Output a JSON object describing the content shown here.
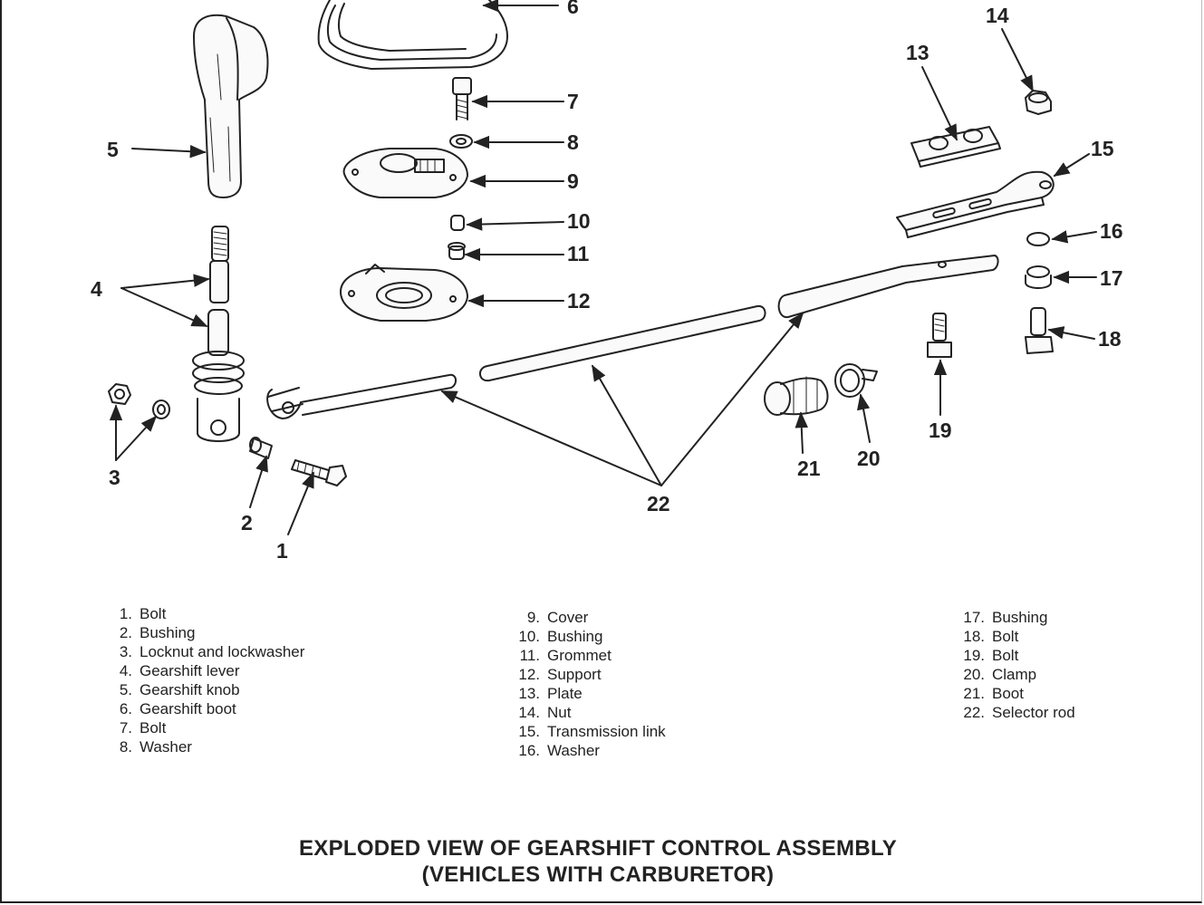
{
  "callouts": {
    "c1": "1",
    "c2": "2",
    "c3": "3",
    "c4": "4",
    "c5": "5",
    "c6": "6",
    "c7": "7",
    "c8": "8",
    "c9": "9",
    "c10": "10",
    "c11": "11",
    "c12": "12",
    "c13": "13",
    "c14": "14",
    "c15": "15",
    "c16": "16",
    "c17": "17",
    "c18": "18",
    "c19": "19",
    "c20": "20",
    "c21": "21",
    "c22": "22"
  },
  "legend": {
    "col1": [
      {
        "num": "1.",
        "label": "Bolt"
      },
      {
        "num": "2.",
        "label": "Bushing"
      },
      {
        "num": "3.",
        "label": "Locknut and lockwasher"
      },
      {
        "num": "4.",
        "label": "Gearshift lever"
      },
      {
        "num": "5.",
        "label": "Gearshift knob"
      },
      {
        "num": "6.",
        "label": "Gearshift boot"
      },
      {
        "num": "7.",
        "label": "Bolt"
      },
      {
        "num": "8.",
        "label": "Washer"
      }
    ],
    "col2": [
      {
        "num": "9.",
        "label": "Cover"
      },
      {
        "num": "10.",
        "label": "Bushing"
      },
      {
        "num": "11.",
        "label": "Grommet"
      },
      {
        "num": "12.",
        "label": "Support"
      },
      {
        "num": "13.",
        "label": "Plate"
      },
      {
        "num": "14.",
        "label": "Nut"
      },
      {
        "num": "15.",
        "label": "Transmission link"
      },
      {
        "num": "16.",
        "label": "Washer"
      }
    ],
    "col3": [
      {
        "num": "17.",
        "label": "Bushing"
      },
      {
        "num": "18.",
        "label": "Bolt"
      },
      {
        "num": "19.",
        "label": "Bolt"
      },
      {
        "num": "20.",
        "label": "Clamp"
      },
      {
        "num": "21.",
        "label": "Boot"
      },
      {
        "num": "22.",
        "label": "Selector rod"
      }
    ]
  },
  "caption": {
    "line1": "EXPLODED VIEW OF GEARSHIFT CONTROL ASSEMBLY",
    "line2": "(VEHICLES WITH CARBURETOR)"
  }
}
